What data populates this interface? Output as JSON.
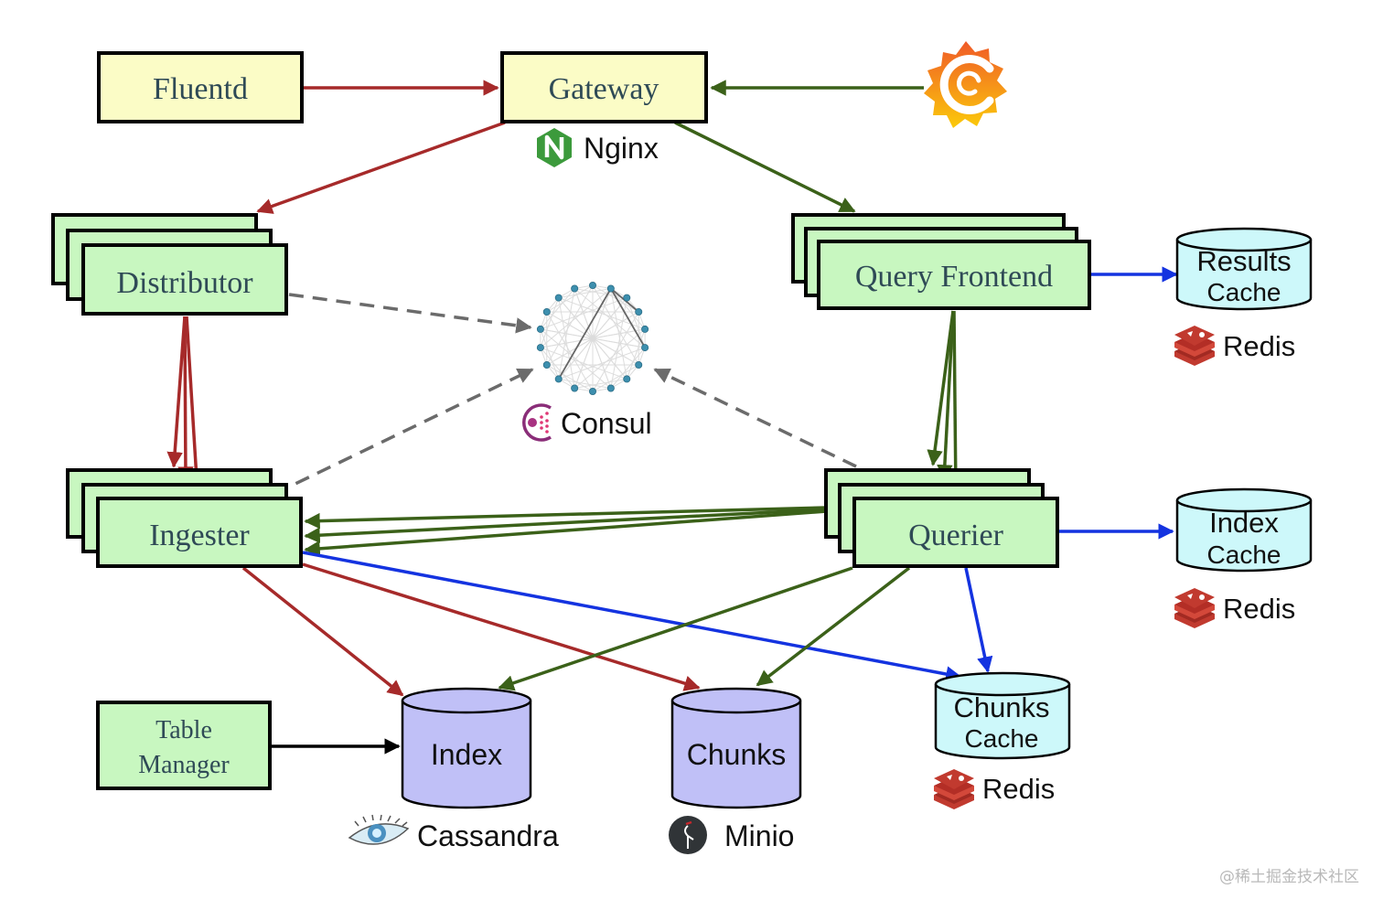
{
  "title": "Loki architecture diagram",
  "colors": {
    "write_path": "#a62a2a",
    "read_path": "#3b6119",
    "cache_path": "#1433e0",
    "ring": "#6b6b6b",
    "admin": "#000000",
    "yellow_box": "#fbfcc6",
    "green_box": "#c8f7c0",
    "store_fill": "#c0c0f7",
    "cache_fill": "#cdf8fa"
  },
  "nodes": {
    "fluentd": {
      "label": "Fluentd"
    },
    "gateway": {
      "label": "Gateway",
      "tech": "Nginx"
    },
    "grafana": {
      "label": "Grafana"
    },
    "distributor": {
      "label": "Distributor"
    },
    "query_frontend": {
      "label": "Query Frontend"
    },
    "ingester": {
      "label": "Ingester"
    },
    "querier": {
      "label": "Querier"
    },
    "consul": {
      "label": "Consul"
    },
    "results_cache": {
      "line1": "Results",
      "line2": "Cache",
      "tech": "Redis"
    },
    "index_cache": {
      "line1": "Index",
      "line2": "Cache",
      "tech": "Redis"
    },
    "chunks_cache": {
      "line1": "Chunks",
      "line2": "Cache",
      "tech": "Redis"
    },
    "table_manager": {
      "line1": "Table",
      "line2": "Manager"
    },
    "index_store": {
      "label": "Index",
      "tech": "Cassandra"
    },
    "chunks_store": {
      "label": "Chunks",
      "tech": "Minio"
    }
  },
  "edges": [
    {
      "from": "fluentd",
      "to": "gateway",
      "kind": "write_path"
    },
    {
      "from": "grafana",
      "to": "gateway",
      "kind": "read_path"
    },
    {
      "from": "gateway",
      "to": "distributor",
      "kind": "write_path"
    },
    {
      "from": "gateway",
      "to": "query_frontend",
      "kind": "read_path"
    },
    {
      "from": "distributor",
      "to": "consul",
      "kind": "ring"
    },
    {
      "from": "ingester",
      "to": "consul",
      "kind": "ring"
    },
    {
      "from": "querier",
      "to": "consul",
      "kind": "ring"
    },
    {
      "from": "distributor",
      "to": "ingester",
      "kind": "write_path",
      "count": 3
    },
    {
      "from": "query_frontend",
      "to": "querier",
      "kind": "read_path",
      "count": 3
    },
    {
      "from": "querier",
      "to": "ingester",
      "kind": "read_path",
      "count": 3
    },
    {
      "from": "query_frontend",
      "to": "results_cache",
      "kind": "cache_path"
    },
    {
      "from": "querier",
      "to": "index_cache",
      "kind": "cache_path"
    },
    {
      "from": "querier",
      "to": "chunks_cache",
      "kind": "cache_path"
    },
    {
      "from": "ingester",
      "to": "chunks_cache",
      "kind": "cache_path"
    },
    {
      "from": "ingester",
      "to": "index_store",
      "kind": "write_path"
    },
    {
      "from": "ingester",
      "to": "chunks_store",
      "kind": "write_path"
    },
    {
      "from": "querier",
      "to": "index_store",
      "kind": "read_path"
    },
    {
      "from": "querier",
      "to": "chunks_store",
      "kind": "read_path"
    },
    {
      "from": "table_manager",
      "to": "index_store",
      "kind": "admin"
    }
  ],
  "watermark": "@稀土掘金技术社区"
}
